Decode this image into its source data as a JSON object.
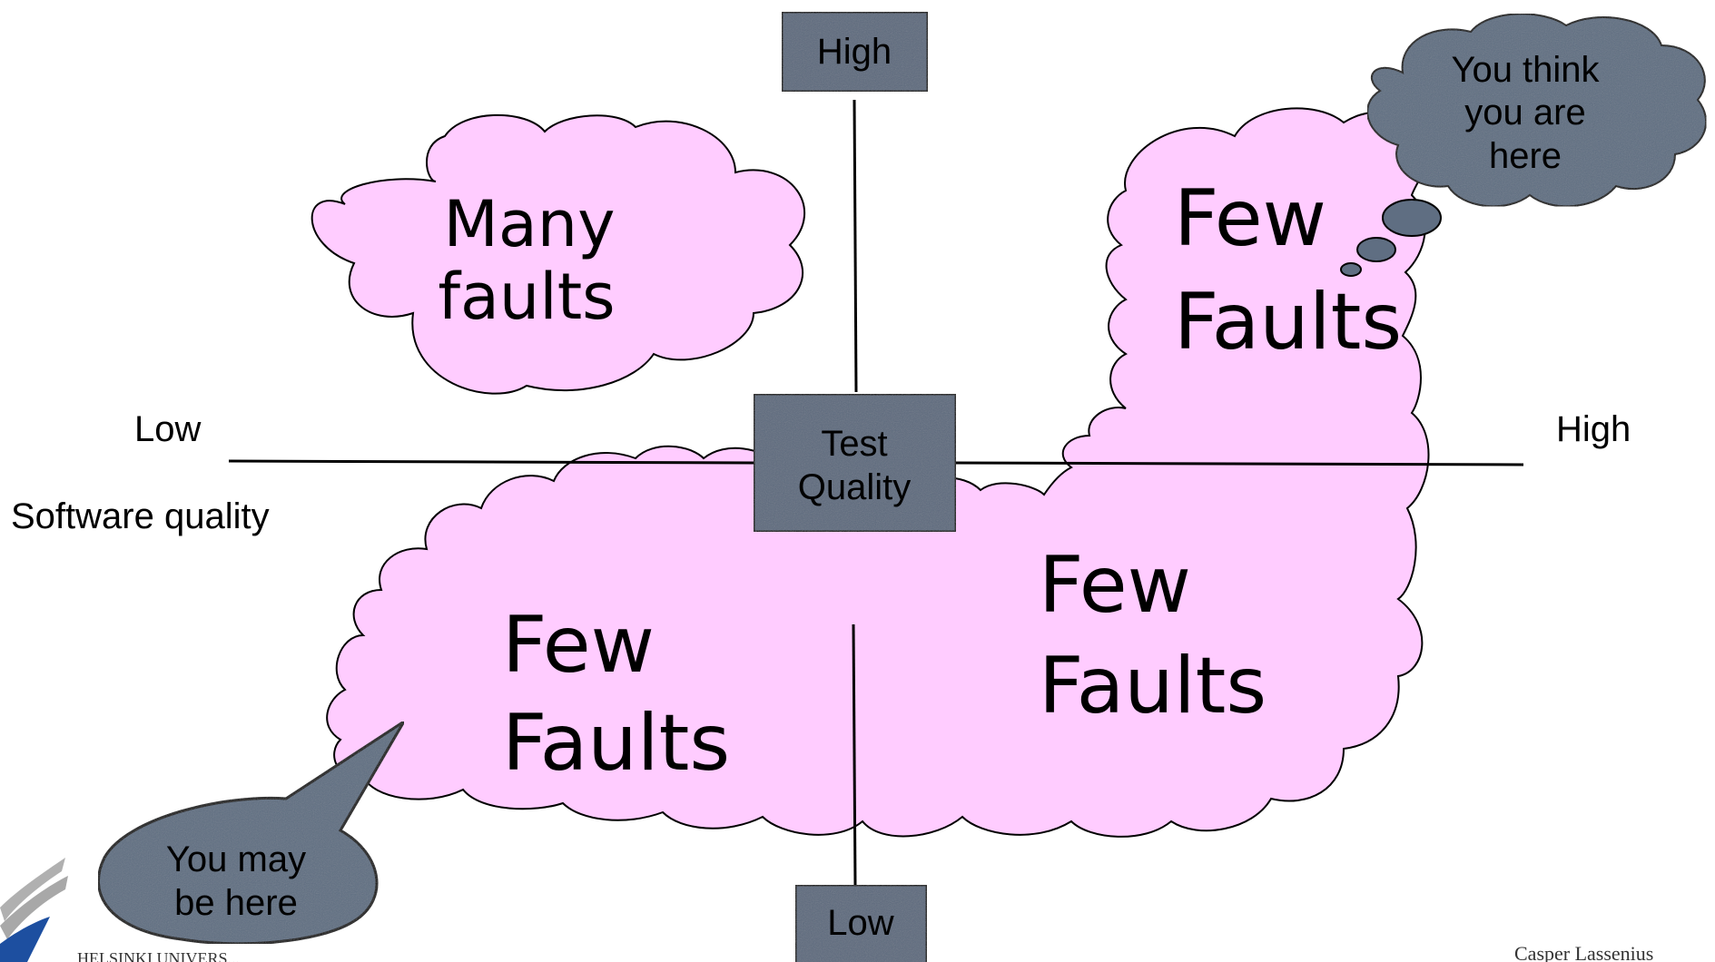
{
  "axes": {
    "vertical_high": "High",
    "vertical_low": "Low",
    "horizontal_low": "Low",
    "horizontal_high": "High",
    "horizontal_axis_title": "Software quality",
    "center_line1": "Test",
    "center_line2": "Quality"
  },
  "clouds": {
    "top_left": {
      "line1": "Many",
      "line2": "faults"
    },
    "top_right": {
      "line1": "Few",
      "line2": "Faults"
    },
    "bottom_left": {
      "line1": "Few",
      "line2": "Faults"
    },
    "bottom_right": {
      "line1": "Few",
      "line2": "Faults"
    }
  },
  "bubbles": {
    "thought": {
      "line1": "You think",
      "line2": "you are",
      "line3": "here"
    },
    "speech": {
      "line1": "You may",
      "line2": "be here"
    }
  },
  "footer": {
    "university": "HELSINKI UNIVERS...",
    "author": "Casper Lassenius"
  },
  "colors": {
    "cloud_fill": "#ffccff",
    "box_fill": "#5d6b7e",
    "bubble_fill": "#5f6e82",
    "outline": "#000000"
  }
}
